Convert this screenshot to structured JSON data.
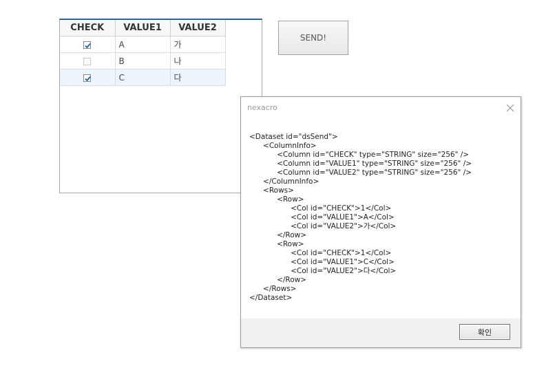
{
  "grid": {
    "headers": [
      "CHECK",
      "VALUE1",
      "VALUE2"
    ],
    "rows": [
      {
        "check": true,
        "value1": "A",
        "value2": "가",
        "selected": false
      },
      {
        "check": false,
        "value1": "B",
        "value2": "나",
        "selected": false
      },
      {
        "check": true,
        "value1": "C",
        "value2": "다",
        "selected": true
      }
    ]
  },
  "send_button": {
    "label": "SEND!"
  },
  "dialog": {
    "title": "nexacro",
    "body_lines": [
      "<Dataset id=\"dsSend\">",
      "\t<ColumnInfo>",
      "\t\t<Column id=\"CHECK\" type=\"STRING\" size=\"256\" />",
      "\t\t<Column id=\"VALUE1\" type=\"STRING\" size=\"256\" />",
      "\t\t<Column id=\"VALUE2\" type=\"STRING\" size=\"256\" />",
      "\t</ColumnInfo>",
      "\t<Rows>",
      "\t\t<Row>",
      "\t\t\t<Col id=\"CHECK\">1</Col>",
      "\t\t\t<Col id=\"VALUE1\">A</Col>",
      "\t\t\t<Col id=\"VALUE2\">가</Col>",
      "\t\t</Row>",
      "\t\t<Row>",
      "\t\t\t<Col id=\"CHECK\">1</Col>",
      "\t\t\t<Col id=\"VALUE1\">C</Col>",
      "\t\t\t<Col id=\"VALUE2\">다</Col>",
      "\t\t</Row>",
      "\t</Rows>",
      "</Dataset>"
    ],
    "ok_label": "확인"
  },
  "colors": {
    "grid_top_border": "#2e5f9e",
    "checkbox_check": "#1f5fa8"
  }
}
